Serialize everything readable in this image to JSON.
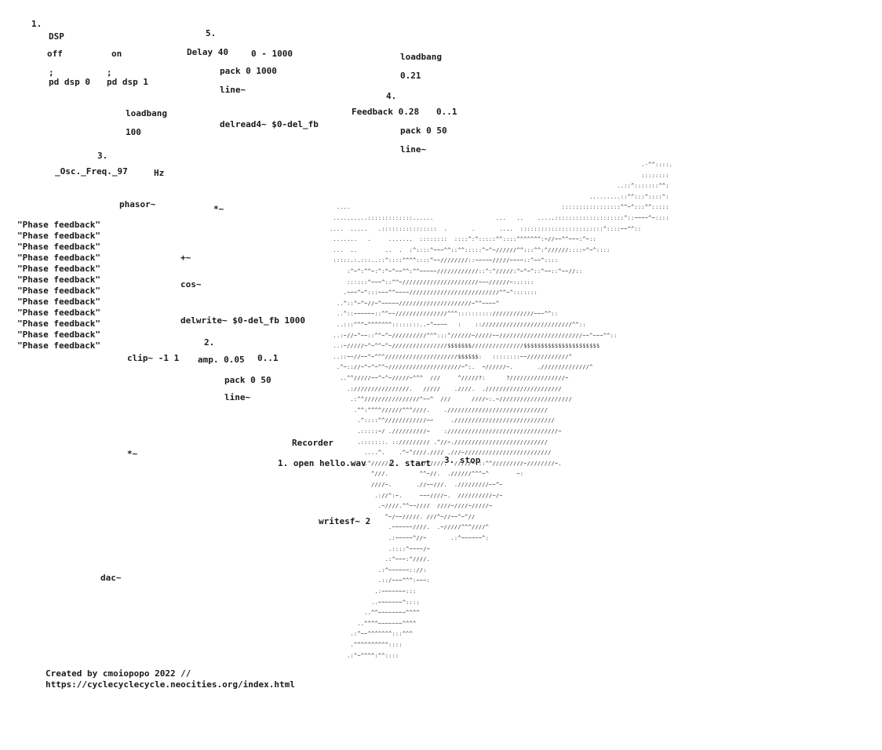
{
  "section_numbers": {
    "n1": "1.",
    "n2": "2.",
    "n3": "3.",
    "n4": "4.",
    "n5": "5."
  },
  "section1": {
    "dsp": "DSP",
    "off": "off",
    "on": "on",
    "semi1": ";",
    "semi2": ";",
    "pd_dsp0": "pd dsp 0",
    "pd_dsp1": "pd dsp 1",
    "loadbang": "loadbang",
    "val100": "100"
  },
  "section3": {
    "osc_freq": "_Osc._Freq._97",
    "hz": "Hz",
    "phasor": "phasor~",
    "mult1": "*~",
    "phase_feedback": [
      "\"Phase feedback\"",
      "\"Phase feedback\"",
      "\"Phase feedback\"",
      "\"Phase feedback\"",
      "\"Phase feedback\"",
      "\"Phase feedback\"",
      "\"Phase feedback\"",
      "\"Phase feedback\"",
      "\"Phase feedback\"",
      "\"Phase feedback\"",
      "\"Phase feedback\"",
      "\"Phase feedback\""
    ],
    "plus": "+~",
    "cos": "cos~",
    "delwrite": "delwrite~ $0-del_fb 1000"
  },
  "section2": {
    "clip": "clip~ -1 1",
    "amp": "amp. 0.05",
    "range": "0..1",
    "pack": "pack 0 50",
    "line": "line~",
    "mult2": "*~",
    "dac": "dac~"
  },
  "section5": {
    "delay": "Delay 40",
    "range": "0 - 1000",
    "pack": "pack 0 1000",
    "line": "line~",
    "delread": "delread4~ $0-del_fb"
  },
  "section4": {
    "loadbang": "loadbang",
    "val": "0.21",
    "feedback": "Feedback 0.28",
    "range": "0..1",
    "pack": "pack 0 50",
    "line": "line~"
  },
  "recorder": {
    "title": "Recorder",
    "open": "1. open hello.wav",
    "start": "2. start",
    "stop": "3. stop",
    "writesf": "writesf~ 2"
  },
  "credits": {
    "line1": "Created by cmoiopopo 2022 //",
    "line2": "https://cyclecyclecycle.neocities.org/index.html"
  },
  "ascii_art": [
    "                                                                                          .-^^::::.",
    "                                                                                          ::::::::",
    "                                                                                   ..::^:::::::^^:",
    "                                                                           .........::^^:::^::::^:",
    "  ....                                                             :::::::::::::::::^^~^:::^^:::::",
    " ..........:::::::::::::......                  ...   ..    .....::::::::::::::::::::^::~~~~^~::::",
    "....  .....   .::::::::::::::::  .       .       ....  ::::::::::::::::::::::::^::::~~^^::",
    " .......   .     .......  ::::::::  ::::^:^:::::^^::::^^^^^^^:~//~~^^~~~:^~::",
    " ...  ..        ..  .  :^::::^~~~^^::^^:::::^~^~//////^^:::^^:^//////::::~^~^::::",
    " :::::.:.:::..::^::::^^^^::::^~~////////::~~~~~/////~~~~::^~~^::::",
    "     :^~^:^^~:^:^~^~~^^:^^~~~~~////////////::^:^/////:^~^~^::^~~::^~~//::",
    "     ::::::^~~~^::^^~//////////////////////~~~//////~::::::",
    "    .~~~^~^:::~~~^^~~~~//////////////////////////^^~^:::::::",
    "  ..^::^~^~//~^~~~~~/////////////////////~^^~~~~^",
    "  ..^::~~~~~~::^^~~///////////////^^^::::::::::////////////~~~^^::",
    "  ..:::^^^~^^^^^^^::::::::..~^~~~~   :    :://////////////////////////^^::",
    " ..:~//~^~~::^^~^~//////////^^^:::^//////~/////~~////////////////////////~~^~~~^^::",
    " ..:~/////~^~^^~^~////////////////$$$$$$$///////////////$$$$$$$$$$$$$$$$$$$$$$",
    " ..::~~//~~^~^^^/////////////////////$$$$$$:   ::::::::~~////////////^",
    "  .^~:://~^~^~^^~/////////////////////~^:.  ~//////~.       .//////////////^",
    "   ..^^/////~~^~^~/////~^^^  ///     ^/////?:      ?////////////////~",
    "     .:////////////////.   /////    .////.  .//////////////////////",
    "      .:^^////////////////^~~^  ///      ////~:.~/////////////////////",
    "       .^^:^^^^//////^^^////.    ./////////////////////////////",
    "        .^::::^^////////////~~     ./////////////////////////////",
    "        .:::::~/ .//////////~    :////////////////////////////////~",
    "        .:::::::. ::///////// .^//~.///////////////////////////",
    "          ....^.    .^~^////.//// .///~/////////////////////////",
    "          .^//////.       ///////.  /////~:::^^/////////~////////~.",
    "            ^///.         ^^~//.  .//////^^^~^        ~:",
    "            ////~.       .//~~///.  ./////////~~^~",
    "             .://^:~.     ~~~////~.  //////////~/~",
    "              .~////.^^~~////  ////~////~/////~",
    "                ^~/~~/////. ///^~//~~^~^//",
    "                 .~~~~~~////.  .~/////^^^////^",
    "                 .:~~~~~^//~       .:^~~~~~~^:",
    "                 .::::^~~~~/~",
    "                .:^~~~:^////.",
    "              .:^~~~~~~:://:",
    "              .::/~~~^^^:~~~:",
    "             .:~~~~~~~:::",
    "            ..~~~~~~~^::::",
    "          ..^^~~~~~~~~^^^^",
    "        ..^^^^~~~~~~~^^^^",
    "      .:^~~^^^^^^^:::^^^",
    "      .^^^^^^^^^^::::",
    "     .:^~^^^^:^^::::"
  ]
}
